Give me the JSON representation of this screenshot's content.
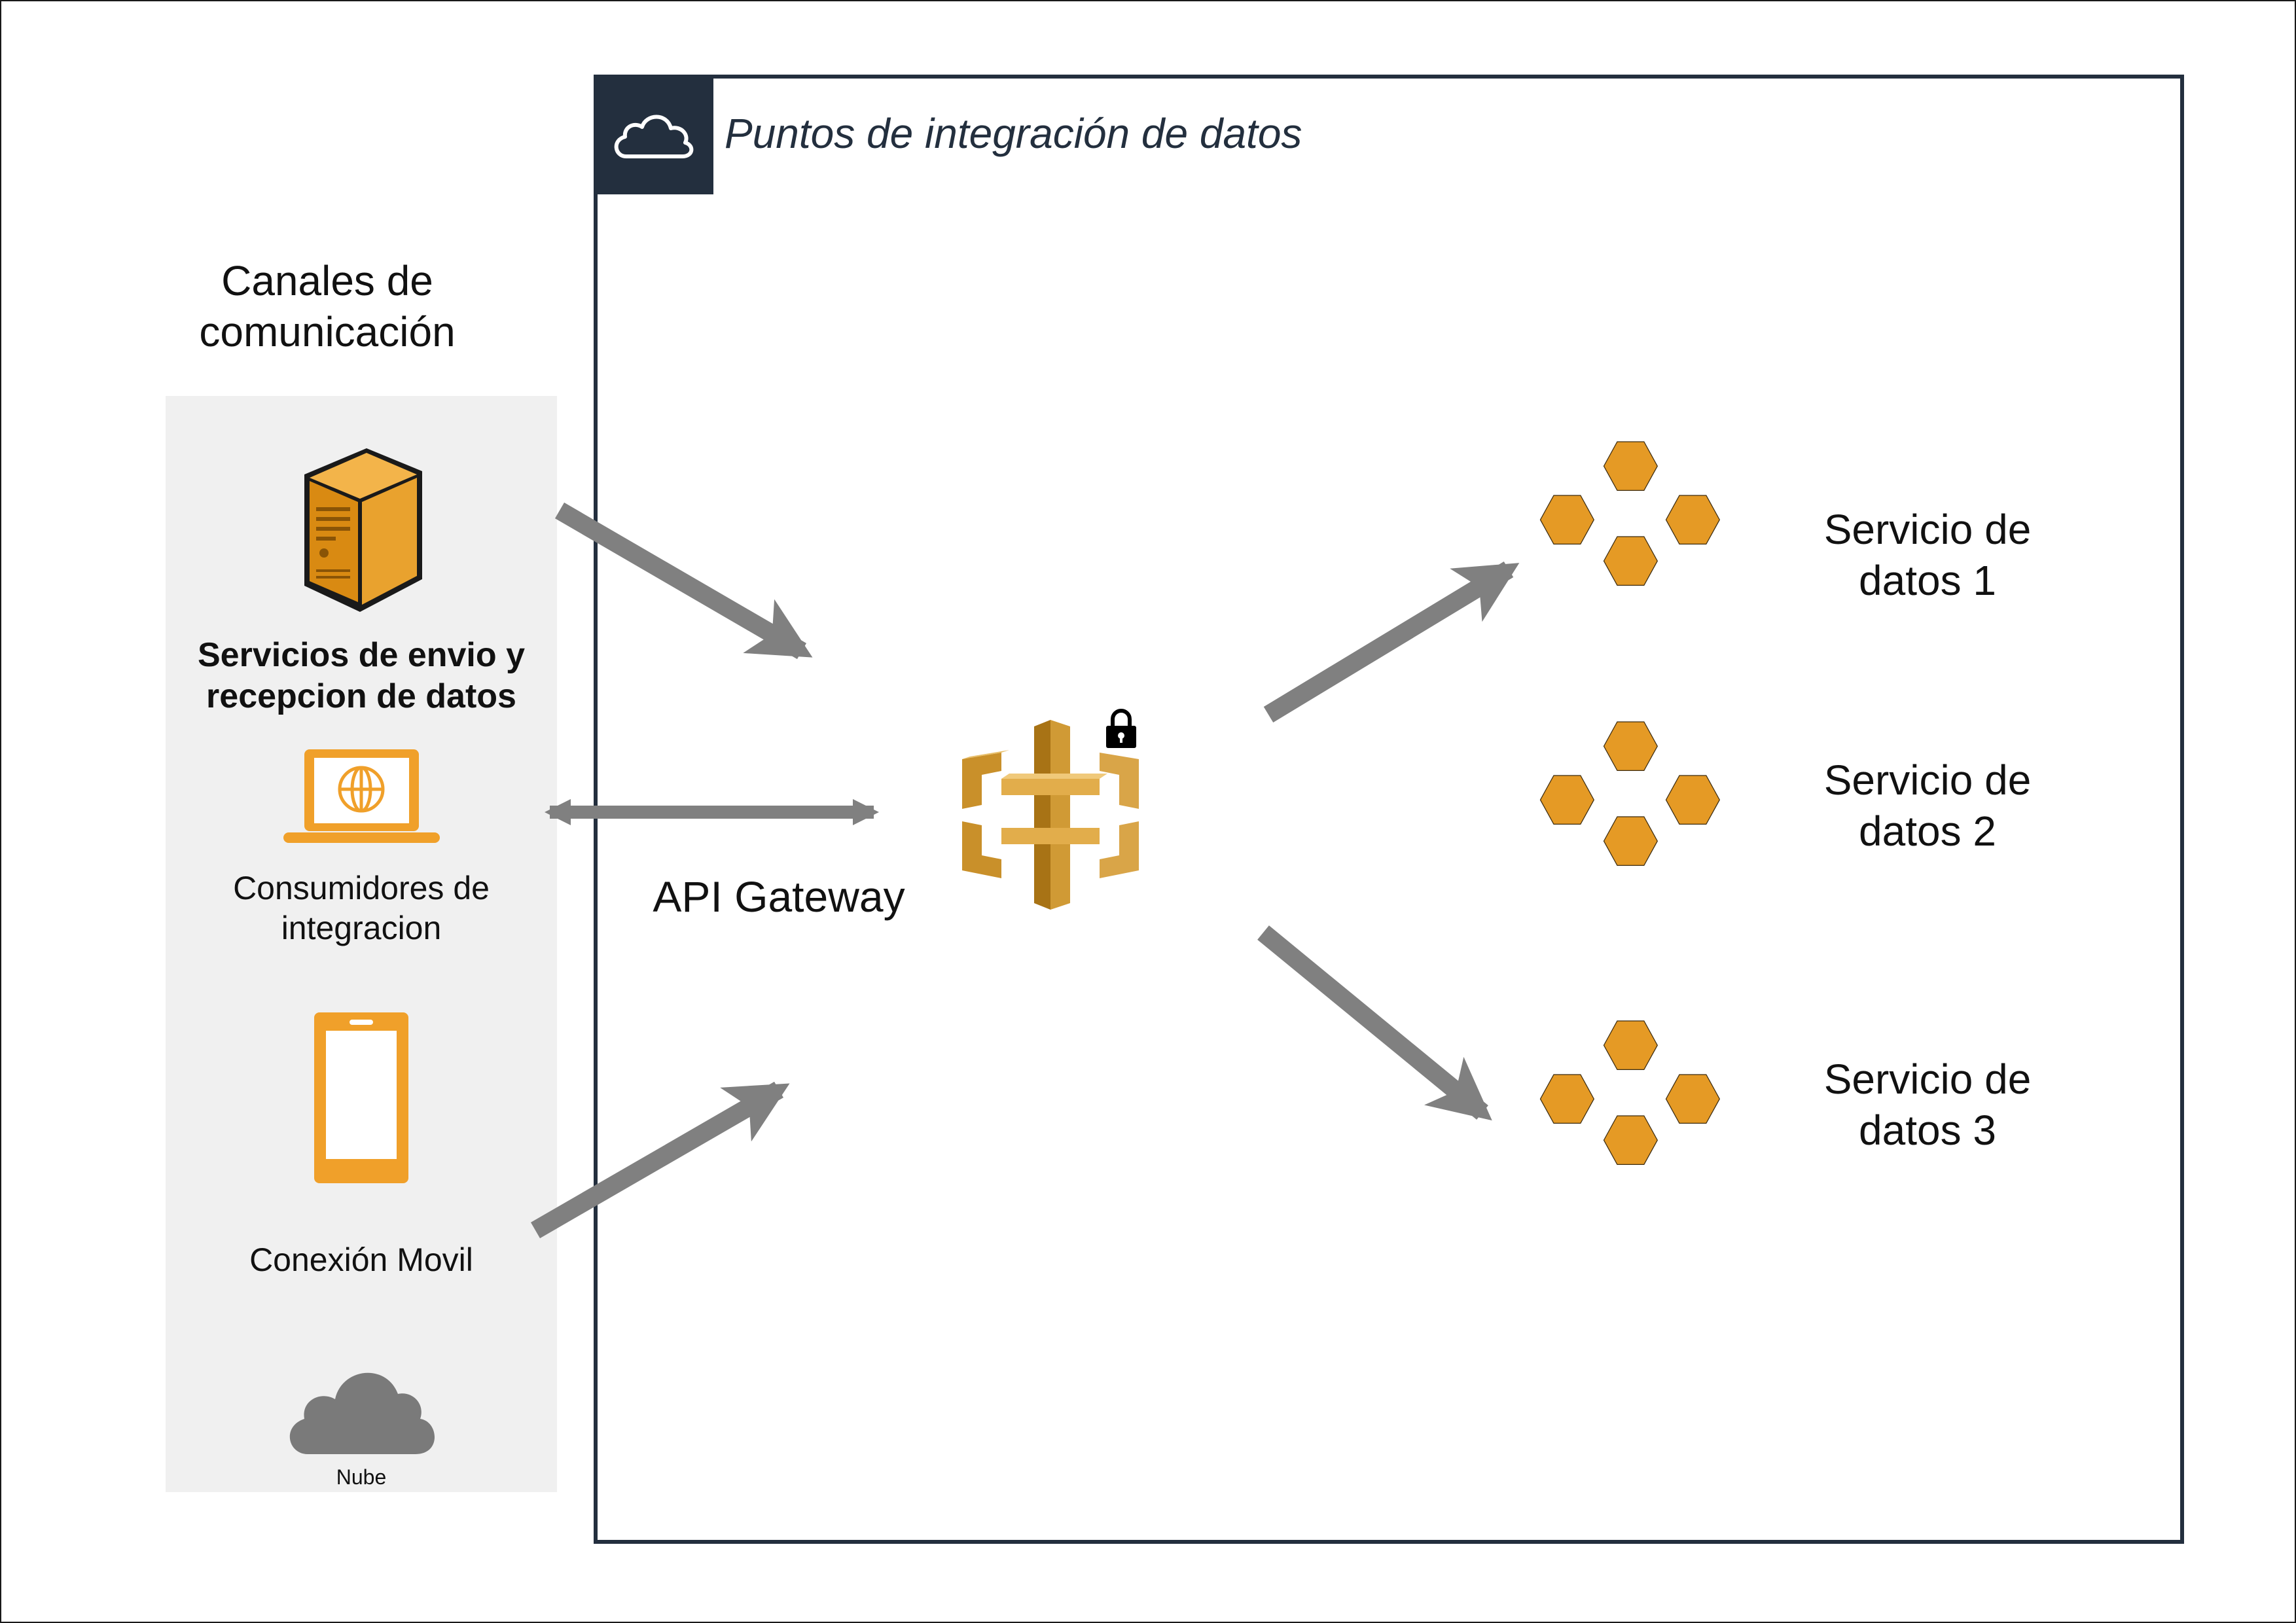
{
  "group": {
    "title": "Puntos de integración de datos",
    "icon": "cloud-outline-icon",
    "header_color": "#232f3e"
  },
  "channels": {
    "title_line1": "Canales de",
    "title_line2": "comunicación",
    "items": [
      {
        "icon": "server-icon",
        "line1": "Servicios de envio y",
        "line2": "recepcion de datos"
      },
      {
        "icon": "laptop-globe-icon",
        "line1": "Consumidores de",
        "line2": "integracion"
      },
      {
        "icon": "mobile-phone-icon",
        "line1": "Conexión Movil"
      },
      {
        "icon": "cloud-icon",
        "line1": "Nube"
      }
    ]
  },
  "gateway": {
    "label": "API Gateway",
    "icon": "api-gateway-icon",
    "badge": "lock-icon"
  },
  "services": [
    {
      "icon": "hexagon-cluster-icon",
      "line1": "Servicio de",
      "line2": "datos 1"
    },
    {
      "icon": "hexagon-cluster-icon",
      "line1": "Servicio de",
      "line2": "datos 2"
    },
    {
      "icon": "hexagon-cluster-icon",
      "line1": "Servicio de",
      "line2": "datos 3"
    }
  ],
  "colors": {
    "accent_orange": "#f0a02a",
    "hex_fill": "#e59a25",
    "arrow_gray": "#808080",
    "panel_gray": "#f0f0f0",
    "frame_dark": "#232f3e"
  }
}
